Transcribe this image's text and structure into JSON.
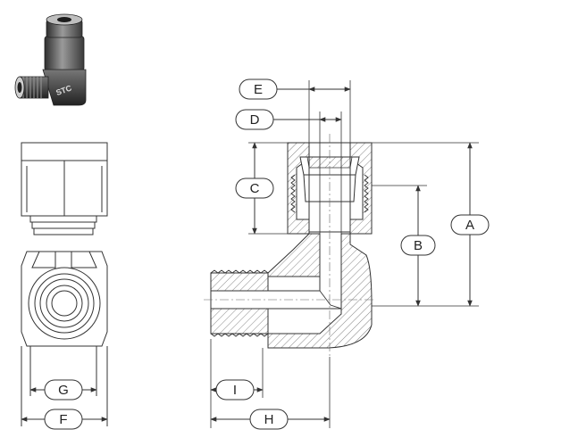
{
  "product": {
    "logo_text": "STC"
  },
  "dimensions": {
    "A": "A",
    "B": "B",
    "C": "C",
    "D": "D",
    "E": "E",
    "F": "F",
    "G": "G",
    "H": "H",
    "I": "I"
  },
  "colors": {
    "line": "#333333",
    "hatch": "#555555",
    "metal_dark": "#3a3a3a",
    "metal_light": "#d9d9d9"
  }
}
